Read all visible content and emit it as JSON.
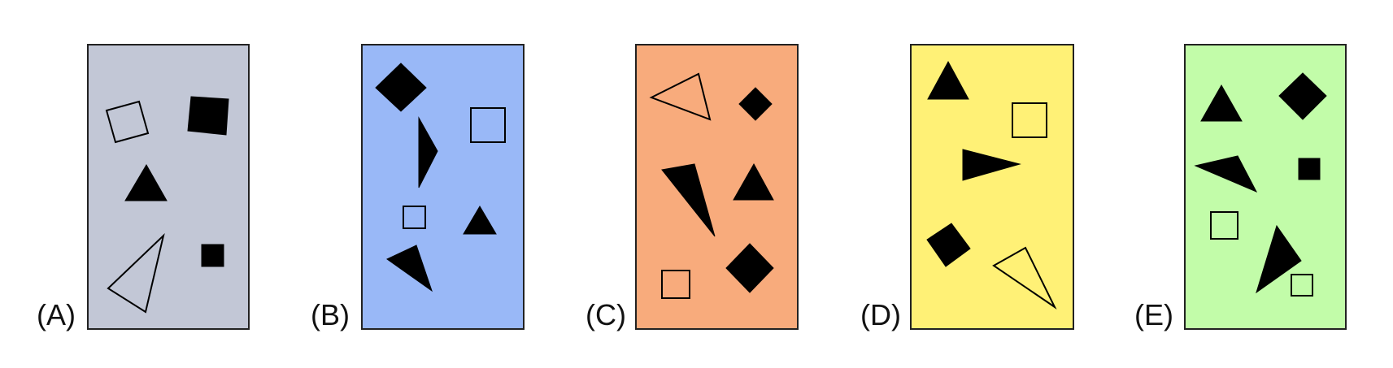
{
  "panels": [
    {
      "label": "(A)",
      "color": "#c2c7d6"
    },
    {
      "label": "(B)",
      "color": "#99b8f7"
    },
    {
      "label": "(C)",
      "color": "#f8ab7c"
    },
    {
      "label": "(D)",
      "color": "#fff176"
    },
    {
      "label": "(E)",
      "color": "#c2fca9"
    }
  ]
}
